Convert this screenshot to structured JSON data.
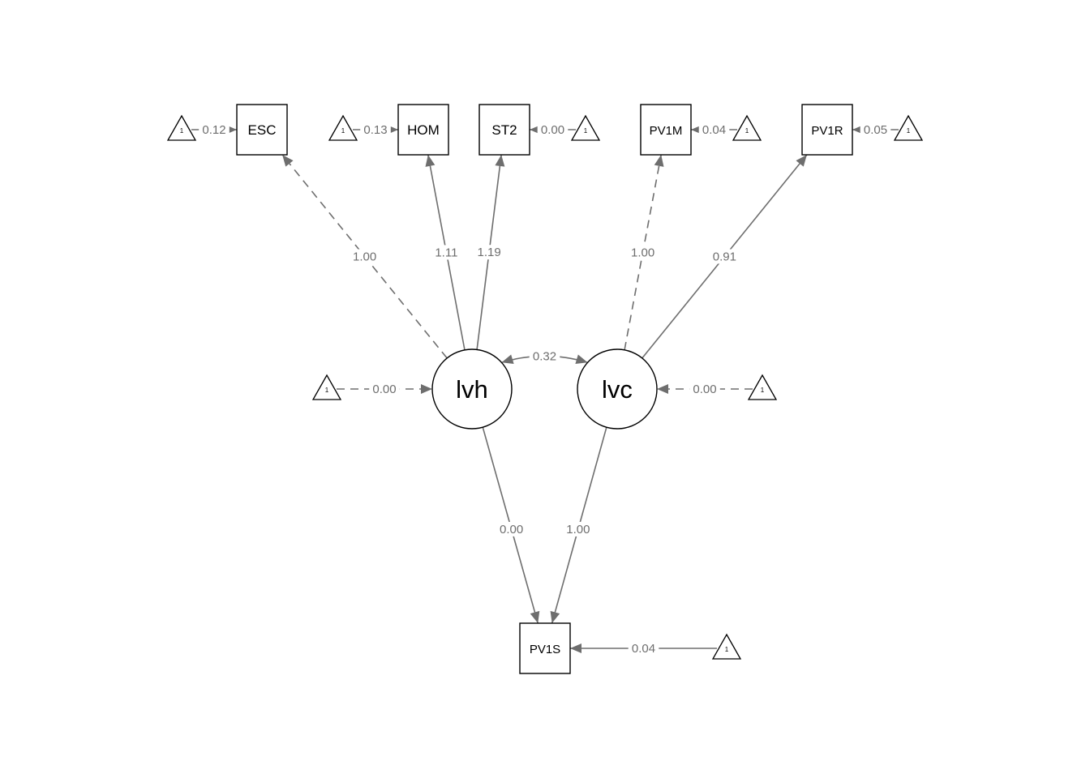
{
  "diagram": {
    "manifest_nodes": [
      {
        "id": "ESC",
        "label": "ESC"
      },
      {
        "id": "HOM",
        "label": "HOM"
      },
      {
        "id": "ST2",
        "label": "ST2"
      },
      {
        "id": "PV1M",
        "label": "PV1M"
      },
      {
        "id": "PV1R",
        "label": "PV1R"
      },
      {
        "id": "PV1S",
        "label": "PV1S"
      }
    ],
    "latent_nodes": [
      {
        "id": "lvh",
        "label": "lvh"
      },
      {
        "id": "lvc",
        "label": "lvc"
      }
    ],
    "intercept_nodes": [
      {
        "id": "t_ESC",
        "label": "1"
      },
      {
        "id": "t_HOM",
        "label": "1"
      },
      {
        "id": "t_ST2",
        "label": "1"
      },
      {
        "id": "t_PV1M",
        "label": "1"
      },
      {
        "id": "t_PV1R",
        "label": "1"
      },
      {
        "id": "t_lvh",
        "label": "1"
      },
      {
        "id": "t_lvc",
        "label": "1"
      },
      {
        "id": "t_PV1S",
        "label": "1"
      }
    ],
    "loadings": [
      {
        "from": "lvh",
        "to": "ESC",
        "value": "1.00",
        "fixed": true
      },
      {
        "from": "lvh",
        "to": "HOM",
        "value": "1.11",
        "fixed": false
      },
      {
        "from": "lvh",
        "to": "ST2",
        "value": "1.19",
        "fixed": false
      },
      {
        "from": "lvc",
        "to": "PV1M",
        "value": "1.00",
        "fixed": true
      },
      {
        "from": "lvc",
        "to": "PV1R",
        "value": "0.91",
        "fixed": false
      },
      {
        "from": "lvh",
        "to": "PV1S",
        "value": "0.00",
        "fixed": false
      },
      {
        "from": "lvc",
        "to": "PV1S",
        "value": "1.00",
        "fixed": false
      }
    ],
    "covariance": {
      "between": [
        "lvh",
        "lvc"
      ],
      "value": "0.32"
    },
    "intercepts": [
      {
        "from": "t_ESC",
        "to": "ESC",
        "value": "0.12",
        "fixed": false
      },
      {
        "from": "t_HOM",
        "to": "HOM",
        "value": "0.13",
        "fixed": false
      },
      {
        "from": "t_ST2",
        "to": "ST2",
        "value": "0.00",
        "fixed": false
      },
      {
        "from": "t_PV1M",
        "to": "PV1M",
        "value": "0.04",
        "fixed": false
      },
      {
        "from": "t_PV1R",
        "to": "PV1R",
        "value": "0.05",
        "fixed": false
      },
      {
        "from": "t_lvh",
        "to": "lvh",
        "value": "0.00",
        "fixed": true
      },
      {
        "from": "t_lvc",
        "to": "lvc",
        "value": "0.00",
        "fixed": true
      },
      {
        "from": "t_PV1S",
        "to": "PV1S",
        "value": "0.04",
        "fixed": false
      }
    ]
  }
}
